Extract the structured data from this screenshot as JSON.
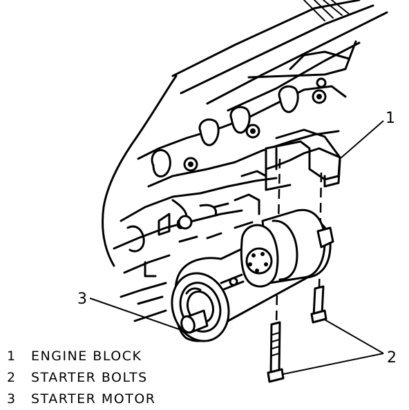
{
  "callouts": {
    "c1": "1",
    "c2": "2",
    "c3": "3"
  },
  "legend": [
    {
      "num": "1",
      "label": "ENGINE BLOCK"
    },
    {
      "num": "2",
      "label": "STARTER BOLTS"
    },
    {
      "num": "3",
      "label": "STARTER MOTOR"
    }
  ]
}
